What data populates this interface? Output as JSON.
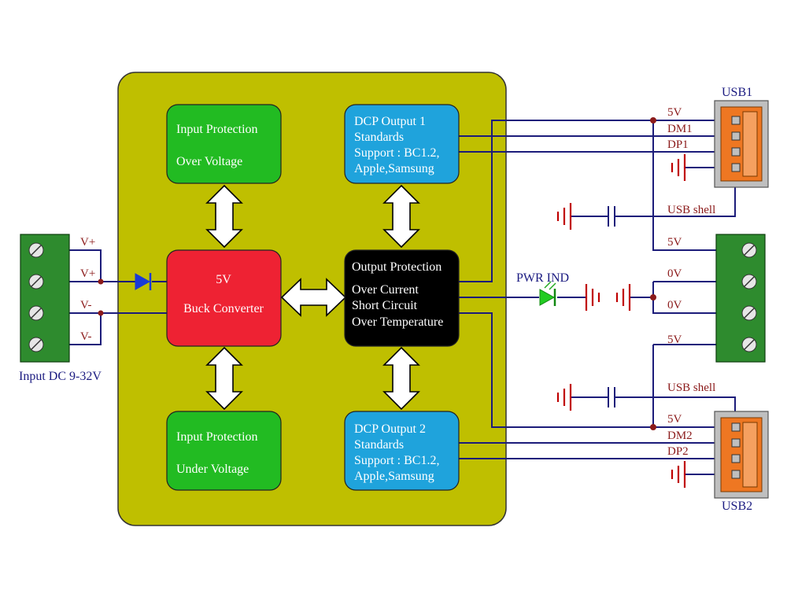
{
  "blocks": {
    "input_protection_over": [
      "Input Protection",
      "Over Voltage"
    ],
    "input_protection_under": [
      "Input Protection",
      "Under Voltage"
    ],
    "buck": [
      "5V",
      "Buck Converter"
    ],
    "output_protection": [
      "Output Protection",
      "Over Current",
      "Short Circuit",
      "Over Temperature"
    ],
    "dcp1": [
      "DCP Output 1",
      "Standards",
      "Support : BC1.2,",
      "Apple,Samsung"
    ],
    "dcp2": [
      "DCP Output 2",
      "Standards",
      "Support : BC1.2,",
      "Apple,Samsung"
    ]
  },
  "input_terminal": {
    "caption": "Input DC 9-32V",
    "pins": [
      "V+",
      "V+",
      "V-",
      "V-"
    ]
  },
  "usb1": {
    "title": "USB1",
    "pins": [
      "5V",
      "DM1",
      "DP1"
    ],
    "shell": "USB shell"
  },
  "usb2": {
    "title": "USB2",
    "pins": [
      "5V",
      "DM2",
      "DP2"
    ],
    "shell": "USB shell"
  },
  "output_terminal": {
    "pins": [
      "5V",
      "0V",
      "0V",
      "5V"
    ]
  },
  "led": {
    "label": "PWR IND"
  },
  "colors": {
    "board": "#bfbf00",
    "green_block": "#22bb22",
    "red_block": "#ee2233",
    "black_block": "#000000",
    "blue_block": "#1fa3dc",
    "terminal": "#2e8b2e",
    "usb_body": "#ee7722"
  }
}
